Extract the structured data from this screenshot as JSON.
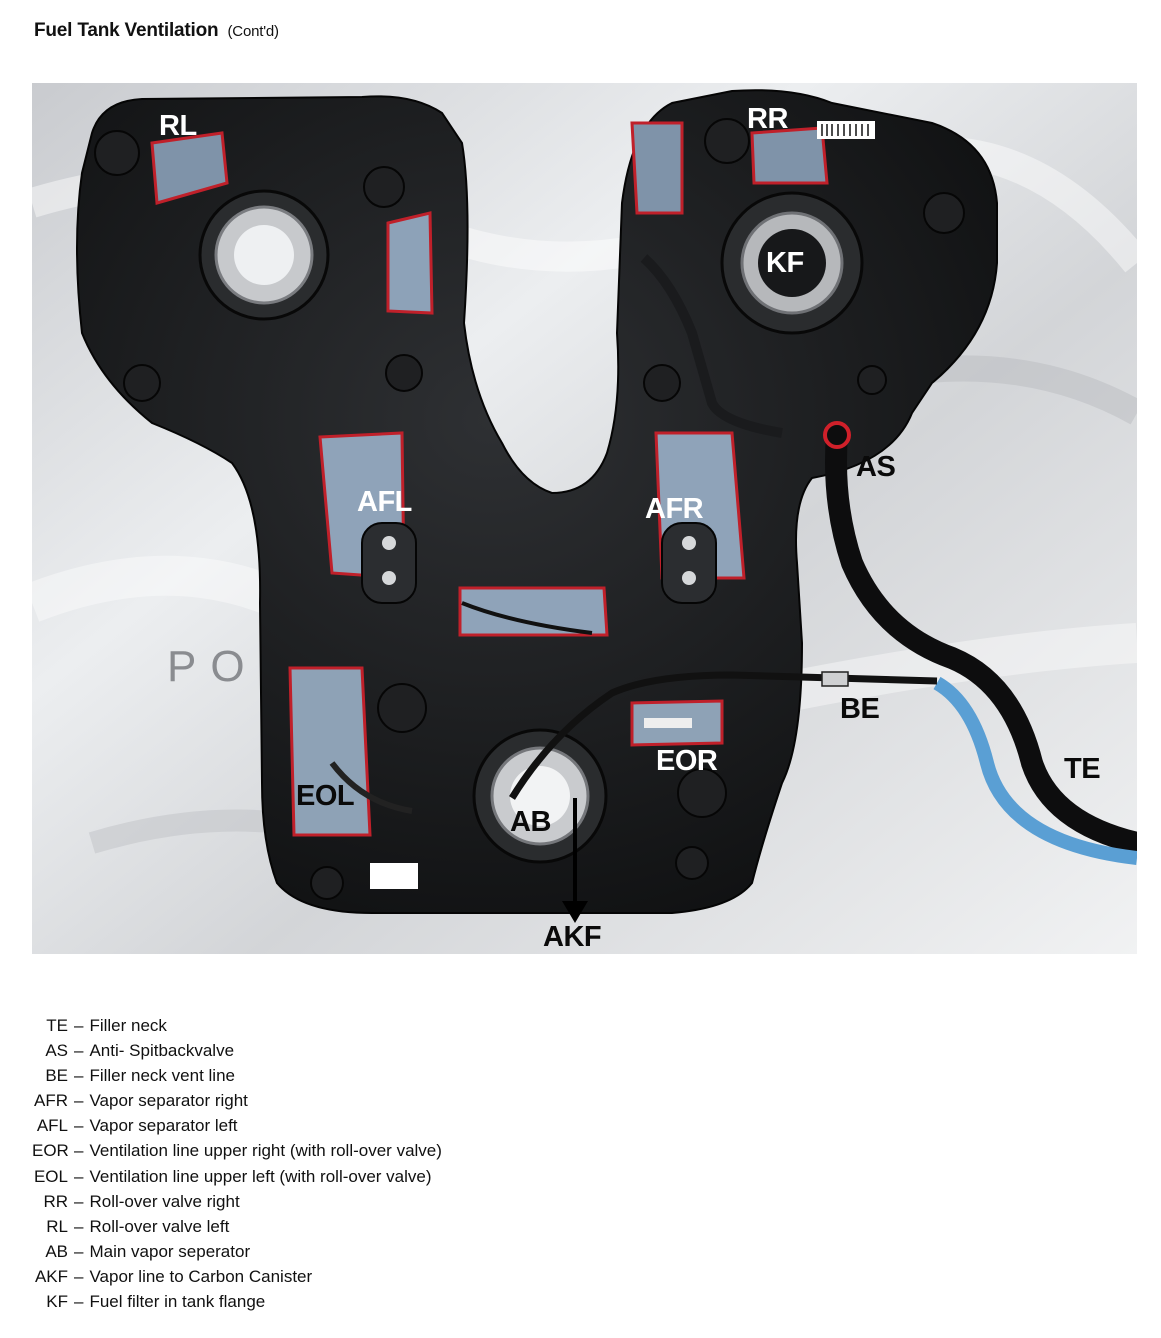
{
  "header": {
    "title": "Fuel Tank Ventilation",
    "subtitle": "(Cont'd)"
  },
  "photo": {
    "watermark": "PO",
    "labels": {
      "rl": "RL",
      "rr": "RR",
      "kf": "KF",
      "as": "AS",
      "afl": "AFL",
      "afr": "AFR",
      "be": "BE",
      "te": "TE",
      "eor": "EOR",
      "eol": "EOL",
      "ab": "AB",
      "akf": "AKF"
    }
  },
  "legend": [
    {
      "abbr": "TE",
      "desc": "Filler neck"
    },
    {
      "abbr": "AS",
      "desc": "Anti- Spitbackvalve"
    },
    {
      "abbr": "BE",
      "desc": "Filler neck vent line"
    },
    {
      "abbr": "AFR",
      "desc": "Vapor separator right"
    },
    {
      "abbr": "AFL",
      "desc": "Vapor separator left"
    },
    {
      "abbr": "EOR",
      "desc": "Ventilation line upper right (with roll-over valve)"
    },
    {
      "abbr": "EOL",
      "desc": "Ventilation line upper left (with roll-over valve)"
    },
    {
      "abbr": "RR",
      "desc": "Roll-over valve right"
    },
    {
      "abbr": "RL",
      "desc": "Roll-over valve left"
    },
    {
      "abbr": "AB",
      "desc": "Main vapor seperator"
    },
    {
      "abbr": "AKF",
      "desc": "Vapor line to Carbon Canister"
    },
    {
      "abbr": "KF",
      "desc": "Fuel filter in tank flange"
    }
  ]
}
